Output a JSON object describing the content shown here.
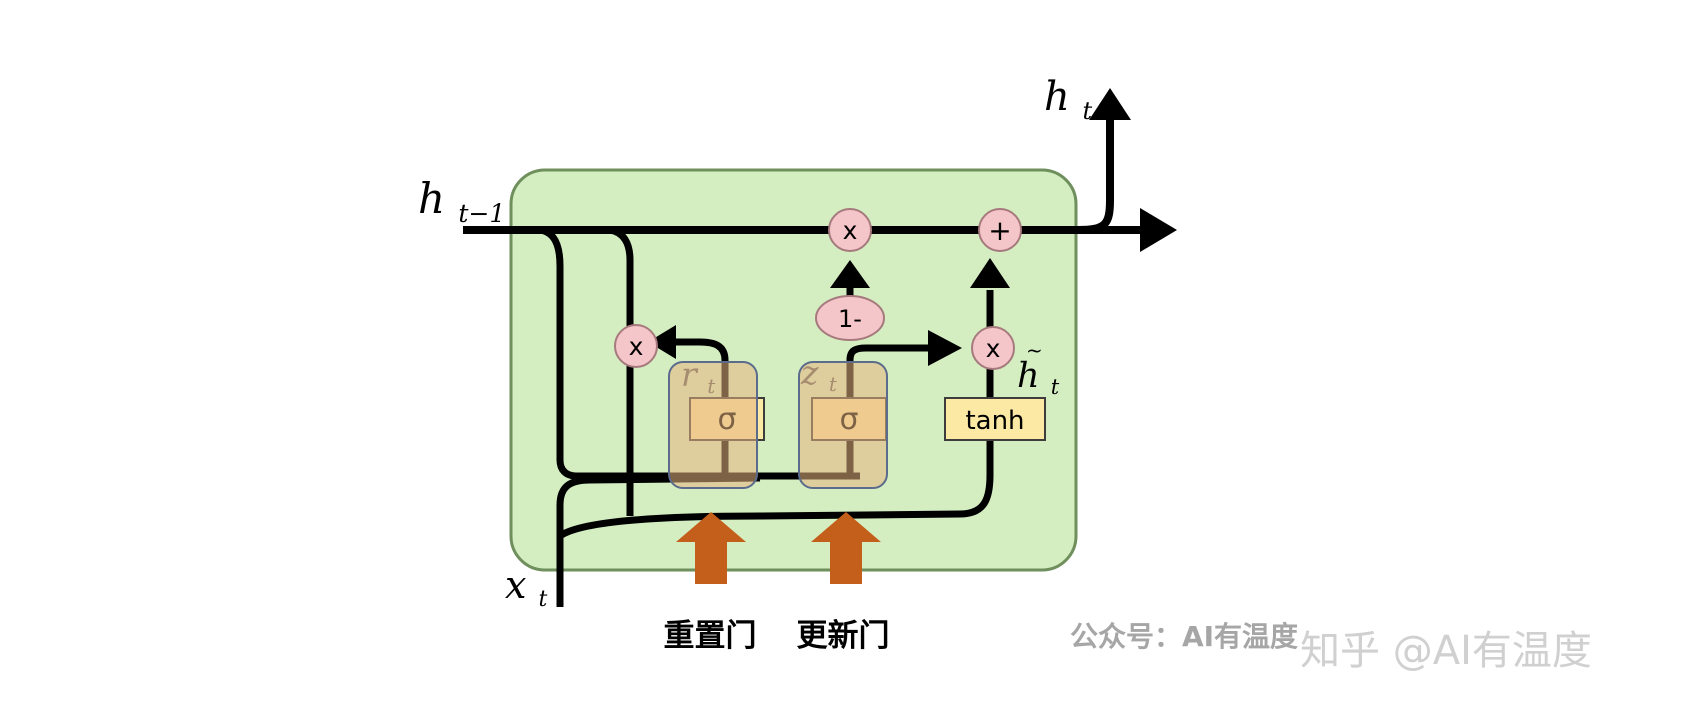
{
  "diagram": {
    "inputs": {
      "h_prev": {
        "base": "h",
        "sub": "t−1"
      },
      "x_t": {
        "base": "x",
        "sub": "t"
      }
    },
    "output": {
      "base": "h",
      "sub": "t"
    },
    "operators": {
      "multiply": "x",
      "add": "+",
      "one_minus": "1-"
    },
    "gate_labels": {
      "reset": {
        "base": "r",
        "sub": "t"
      },
      "update": {
        "base": "z",
        "sub": "t"
      },
      "candidate": {
        "base": "h",
        "sub": "t"
      }
    },
    "boxes": {
      "sigma_reset": "σ",
      "sigma_update": "σ",
      "tanh": "tanh"
    },
    "captions": {
      "reset_gate": "重置门",
      "update_gate": "更新门"
    },
    "watermarks": {
      "account": "公众号：AI有温度",
      "zhihu": "知乎 @AI有温度"
    },
    "colors": {
      "cell_fill": "#d4eec2",
      "cell_border": "#6f8f5c",
      "operator_fill": "#f5c6c9",
      "box_fill": "#fbe9a4",
      "gate_highlight": "#e6b37f",
      "orange_arrow": "#c45f1b",
      "line": "#000000"
    }
  }
}
